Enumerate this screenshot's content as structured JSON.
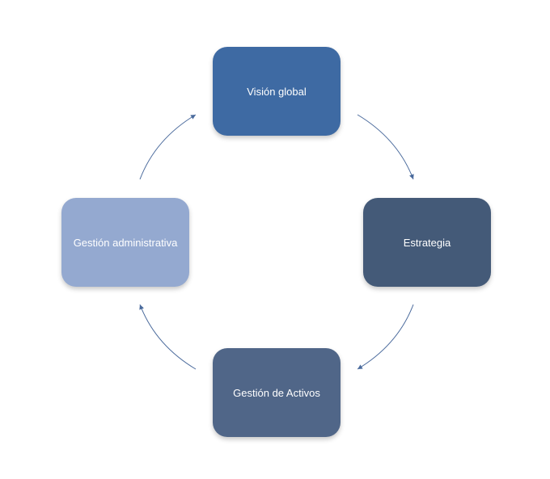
{
  "diagram": {
    "nodes": [
      {
        "id": "top",
        "label": "Visión global",
        "color": "#3e6aa3"
      },
      {
        "id": "right",
        "label": "Estrategia",
        "color": "#445a78"
      },
      {
        "id": "bottom",
        "label": "Gestión de Activos",
        "color": "#506688"
      },
      {
        "id": "left",
        "label": "Gestión administrativa",
        "color": "#94a9d0"
      }
    ],
    "edges": [
      {
        "from": "top",
        "to": "right"
      },
      {
        "from": "right",
        "to": "bottom"
      },
      {
        "from": "bottom",
        "to": "left"
      },
      {
        "from": "left",
        "to": "top"
      }
    ],
    "arrow_color": "#4a6a9c"
  }
}
